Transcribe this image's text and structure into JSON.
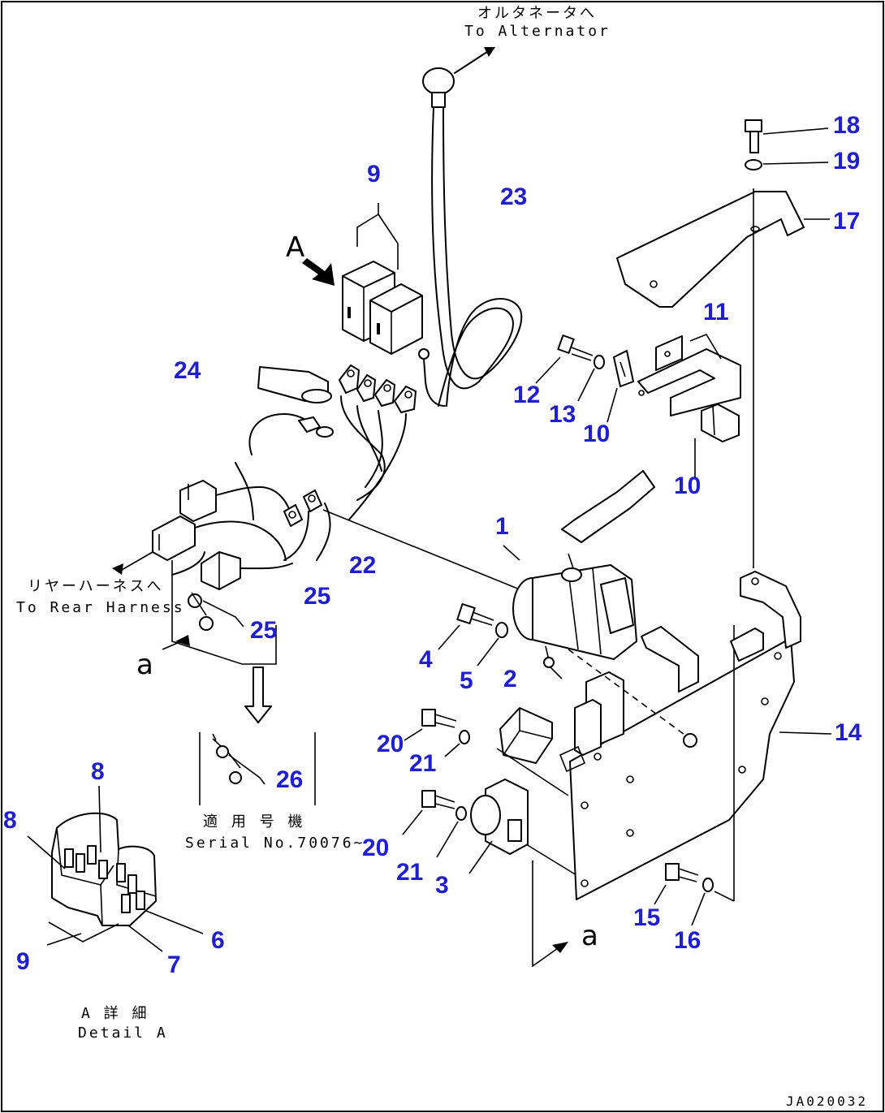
{
  "notes": {
    "alternator_jp": "オルタネータへ",
    "alternator_en": "To Alternator",
    "rear_harness_jp": "リヤーハーネスへ",
    "rear_harness_en": "To Rear Harness",
    "serial_jp": "適 用 号 機",
    "serial_en": "Serial No.70076~",
    "detail_jp": "A 詳 細",
    "detail_en": "Detail A",
    "view_a": "A",
    "view_a_lower_left": "a",
    "view_a_lower_right": "a",
    "drawing_code": "JA020032"
  },
  "callouts": {
    "c18": "18",
    "c19": "19",
    "c17": "17",
    "c9": "9",
    "c23": "23",
    "c11": "11",
    "c24": "24",
    "c12": "12",
    "c13": "13",
    "c10a": "10",
    "c10b": "10",
    "c1": "1",
    "c22": "22",
    "c25a": "25",
    "c25b": "25",
    "c4": "4",
    "c5": "5",
    "c2": "2",
    "c14": "14",
    "c20a": "20",
    "c21a": "21",
    "c26": "26",
    "c8a": "8",
    "c8b": "8",
    "c20b": "20",
    "c21b": "21",
    "c3": "3",
    "c15": "15",
    "c16": "16",
    "c6": "6",
    "c9b": "9",
    "c7": "7"
  }
}
